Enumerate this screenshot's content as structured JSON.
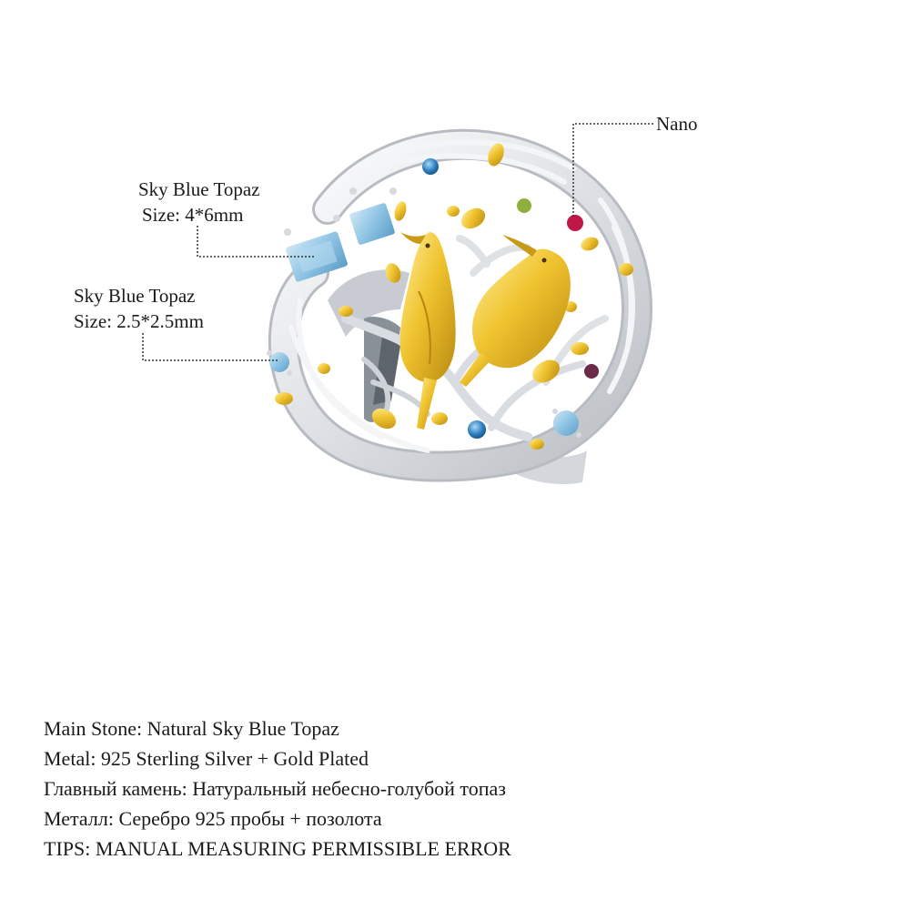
{
  "callouts": {
    "topaz_large": {
      "name": "Sky Blue Topaz",
      "size": "Size: 4*6mm"
    },
    "topaz_small": {
      "name": "Sky Blue Topaz",
      "size": "Size: 2.5*2.5mm"
    },
    "nano": {
      "name": "Nano"
    }
  },
  "specs": [
    "Main Stone: Natural Sky Blue Topaz",
    "Metal: 925 Sterling Silver + Gold Plated",
    "Главный камень: Натуральный небесно-голубой топаз",
    "Металл: Серебро 925 пробы + позолота",
    "TIPS: MANUAL MEASURING PERMISSIBLE ERROR"
  ],
  "colors": {
    "silver": "#e8eaec",
    "gold": "#e0b020",
    "sky_blue_topaz": "#8fc4e4",
    "london_topaz": "#2f7fc0",
    "peridot": "#8fae3c",
    "rhodolite": "#c01846",
    "garnet": "#6a2a4a"
  }
}
